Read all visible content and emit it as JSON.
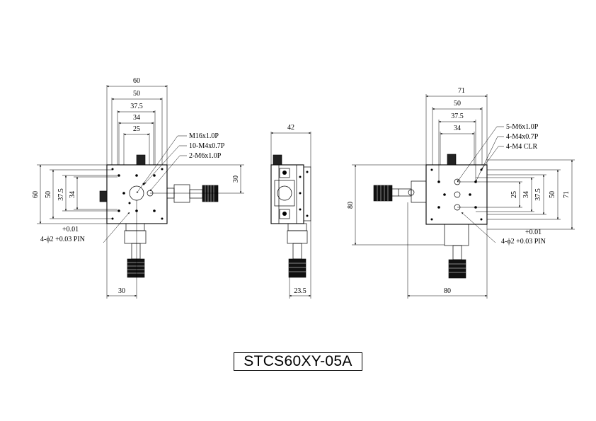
{
  "title": "STCS60XY-05A",
  "left_view": {
    "dims": {
      "top_60": "60",
      "top_50": "50",
      "top_37_5": "37.5",
      "top_34": "34",
      "top_25": "25",
      "left_60": "60",
      "left_50": "50",
      "left_37_5": "37.5",
      "left_34": "34",
      "right_30": "30",
      "bottom_30": "30"
    },
    "callouts": [
      "M16x1.0P",
      "10-M4x0.7P",
      "2-M6x1.0P"
    ],
    "pin_tol": "+0.01",
    "pin_label": "4-ϕ2 +0.03 PIN"
  },
  "middle_view": {
    "dims": {
      "top_42": "42",
      "bottom_23_5": "23.5"
    }
  },
  "right_view": {
    "dims": {
      "top_71": "71",
      "top_50": "50",
      "top_37_5": "37.5",
      "top_34": "34",
      "left_80": "80",
      "right_25": "25",
      "right_34": "34",
      "right_37_5": "37.5",
      "right_50": "50",
      "right_71": "71",
      "bottom_80": "80"
    },
    "callouts": [
      "5-M6x1.0P",
      "4-M4x0.7P",
      "4-M4 CLR"
    ],
    "pin_tol": "+0.01",
    "pin_label": "4-ϕ2 +0.03 PIN"
  }
}
